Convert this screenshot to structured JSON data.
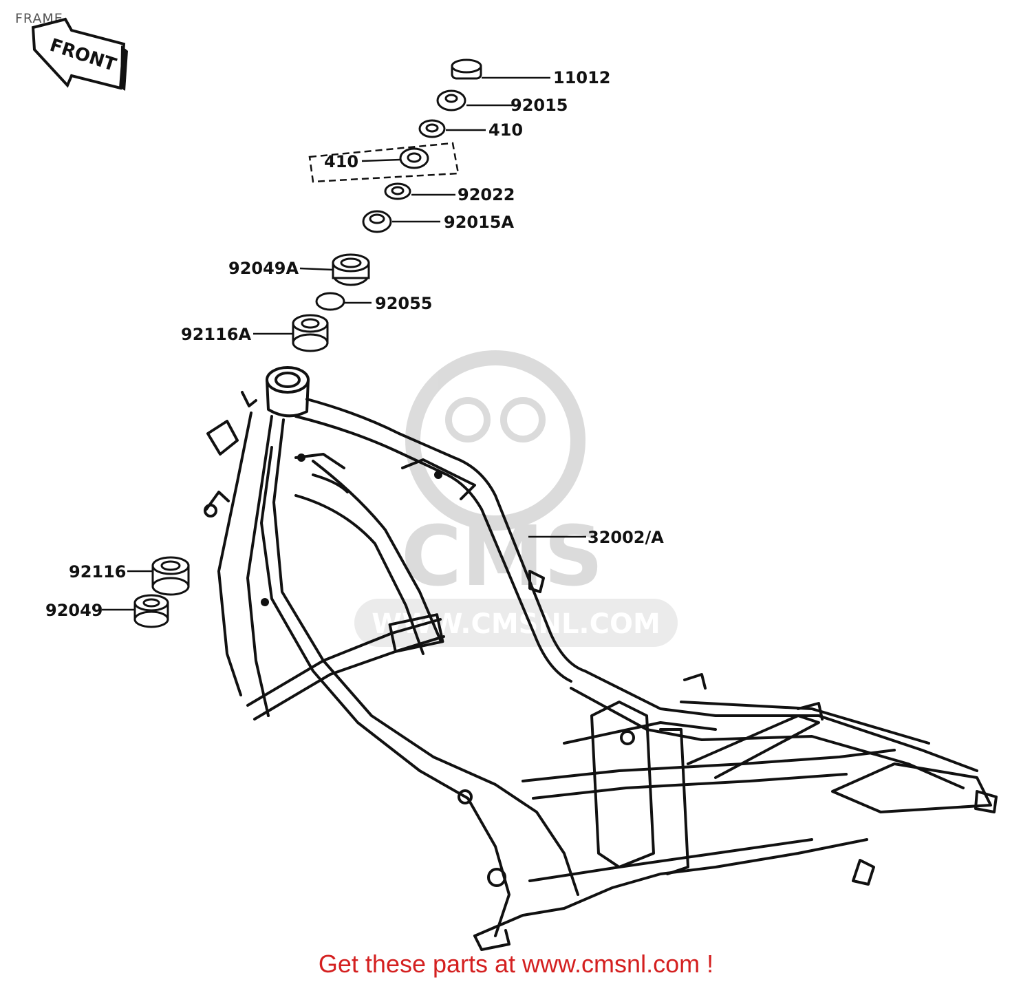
{
  "page_title": "FRAME",
  "front_arrow_label": "FRONT",
  "watermark": {
    "brand": "CMS",
    "url": "WWW.CMSNL.COM"
  },
  "parts": {
    "p11012": "11012",
    "p92015": "92015",
    "p410_outer": "410",
    "p410_boxed": "410",
    "p92022": "92022",
    "p92015A": "92015A",
    "p92049A": "92049A",
    "p92055": "92055",
    "p92116A": "92116A",
    "p32002A": "32002/A",
    "p92116": "92116",
    "p92049": "92049"
  },
  "footer_text": "Get these parts at www.cmsnl.com !",
  "colors": {
    "footer": "#d42020",
    "line": "#111111",
    "watermark": "#d8d8d8"
  }
}
